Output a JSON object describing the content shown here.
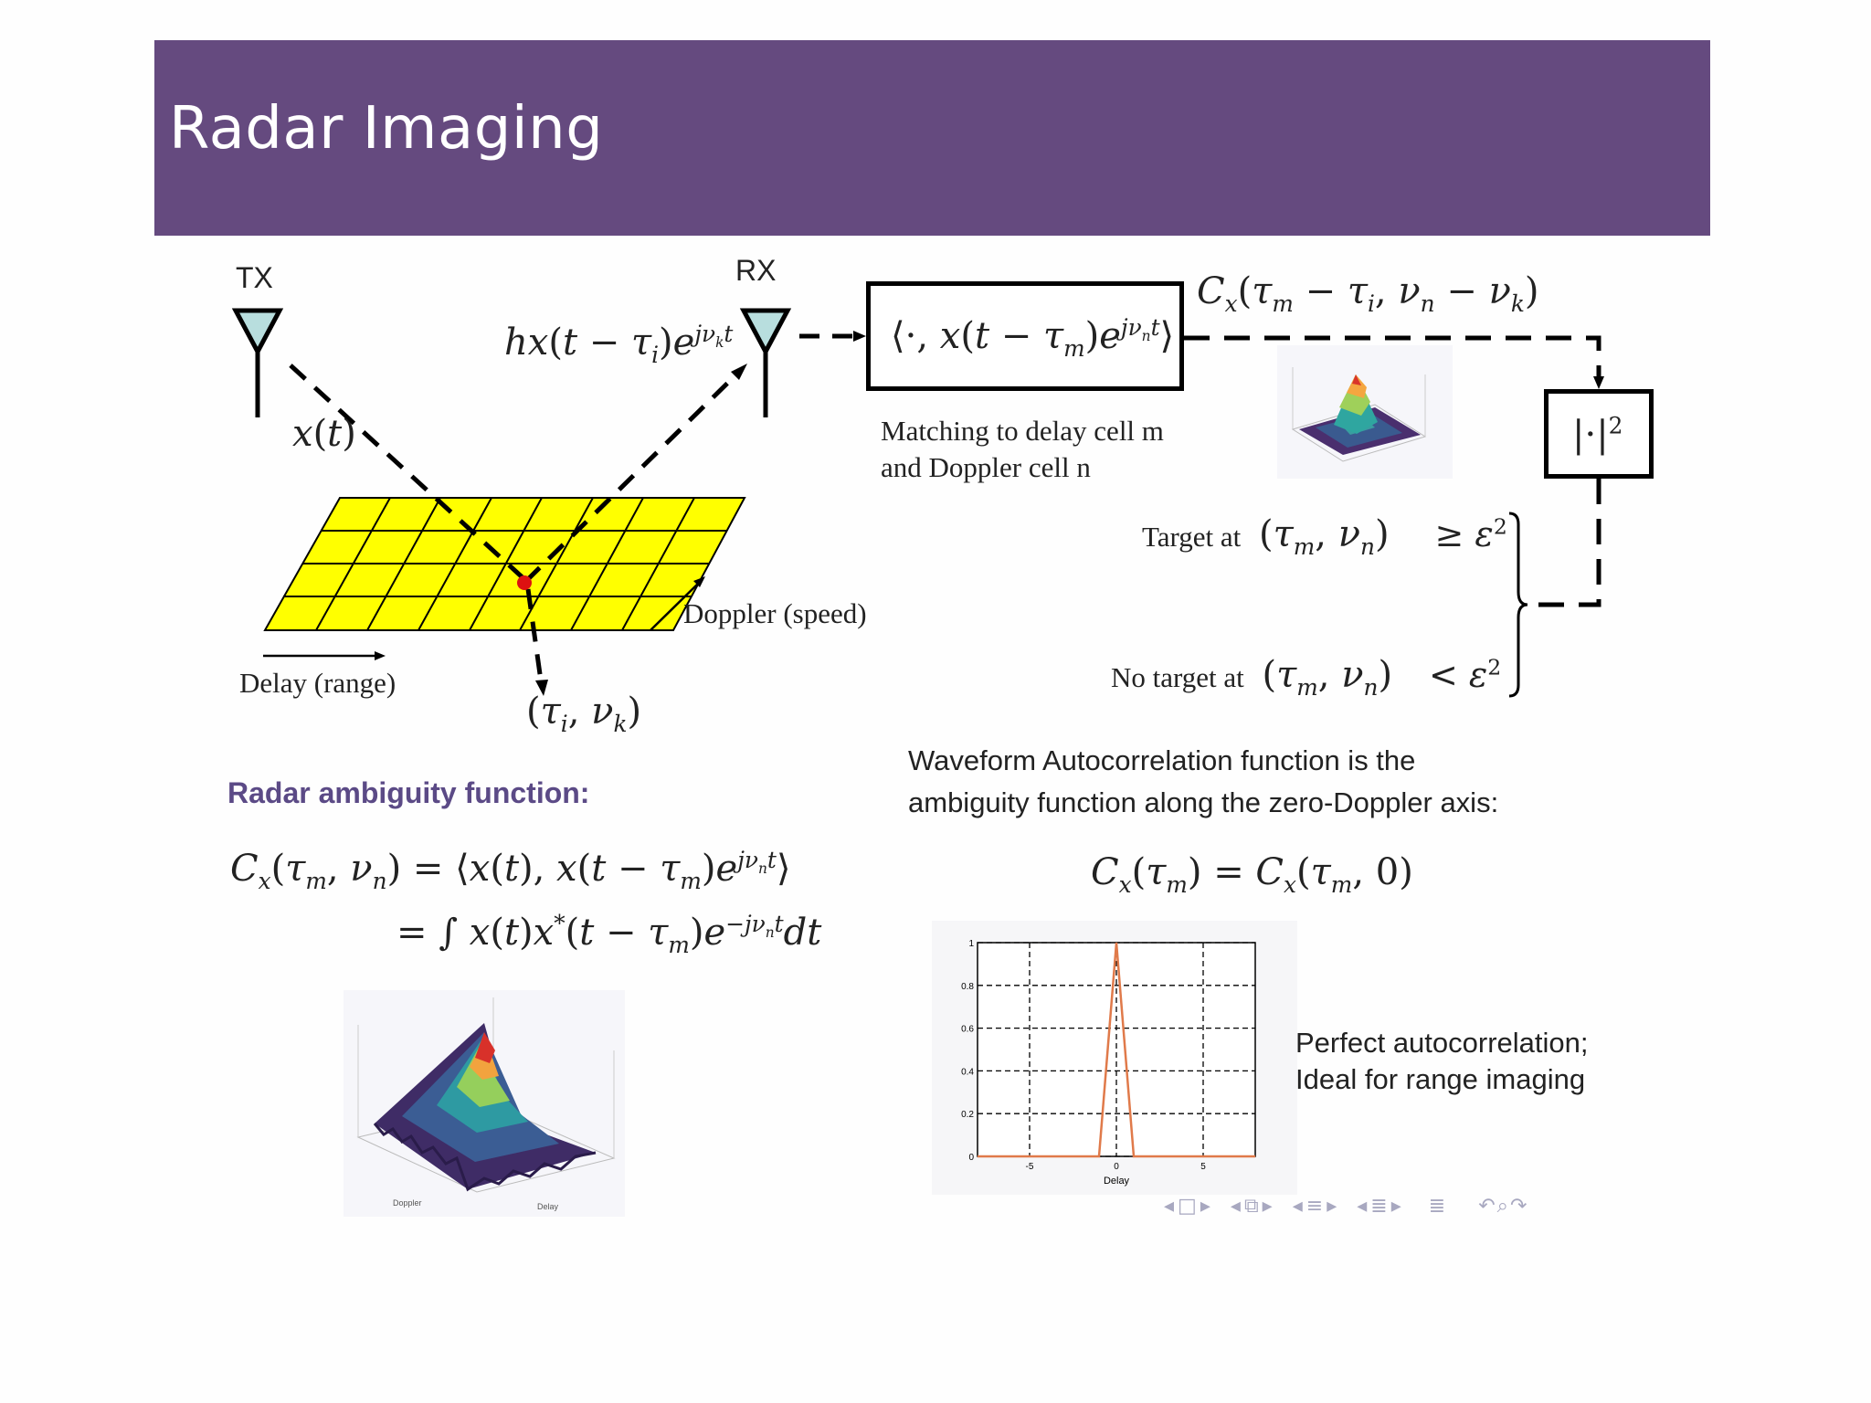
{
  "slide": {
    "title": "Radar Imaging"
  },
  "diagram": {
    "tx_label": "TX",
    "rx_label": "RX",
    "transmit_signal": "x(t)",
    "received_signal": "hx(t − τ_i)e^{jν_k t}",
    "matched_filter": "⟨·, x(t − τ_m)e^{jν_n t}⟩",
    "matching_caption_line1": "Matching to delay cell m",
    "matching_caption_line2": "and Doppler cell n",
    "correlator_output": "C_x(τ_m − τ_i, ν_n − ν_k)",
    "magnitude_block": "|·|²",
    "target_rule": "Target at (τ_m, ν_n)  ≥ ε²",
    "no_target_rule": "No target at (τ_m, ν_n)  < ε²",
    "doppler_axis_label": "Doppler (speed)",
    "delay_axis_label": "Delay (range)",
    "target_point_label": "(τ_i, ν_k)",
    "grid_color": "#ffff00",
    "target_color": "#dd1111"
  },
  "ambiguity": {
    "heading": "Radar ambiguity function:",
    "eq_line1": "C_x(τ_m, ν_n) = ⟨x(t), x(t − τ_m)e^{jν_n t}⟩",
    "eq_line2": "= ∫ x(t)x*(t − τ_m)e^{−jν_n t} dt",
    "surface_axis_x": "Doppler",
    "surface_axis_y": "Delay"
  },
  "autocorrelation": {
    "text_line1": "Waveform Autocorrelation function is the",
    "text_line2": "ambiguity  function along the zero-Doppler axis:",
    "equation": "C_x(τ_m) = C_x(τ_m, 0)",
    "note_line1": "Perfect autocorrelation;",
    "note_line2": "Ideal for range imaging"
  },
  "chart_data": {
    "type": "line",
    "xlabel": "Delay",
    "ylabel": "",
    "title": "",
    "xlim": [
      -8,
      8
    ],
    "ylim": [
      0,
      1
    ],
    "x_ticks": [
      "-5",
      "0",
      "5"
    ],
    "y_ticks": [
      "0",
      "0.2",
      "0.4",
      "0.6",
      "0.8",
      "1"
    ],
    "grid": true,
    "series": [
      {
        "x": [
          -8,
          -1,
          0,
          1,
          8
        ],
        "y": [
          0,
          0,
          1,
          0,
          0
        ],
        "color": "#e07a4a"
      }
    ]
  },
  "nav": {
    "icons": [
      "nav-prev-frame",
      "nav-frame",
      "nav-next-frame",
      "nav-prev-subsection",
      "nav-subsection",
      "nav-next-subsection",
      "nav-prev-section",
      "nav-section",
      "nav-next-section",
      "nav-prev-doc",
      "nav-doc",
      "nav-next-doc",
      "nav-toc",
      "nav-back",
      "nav-search",
      "nav-forward"
    ]
  }
}
